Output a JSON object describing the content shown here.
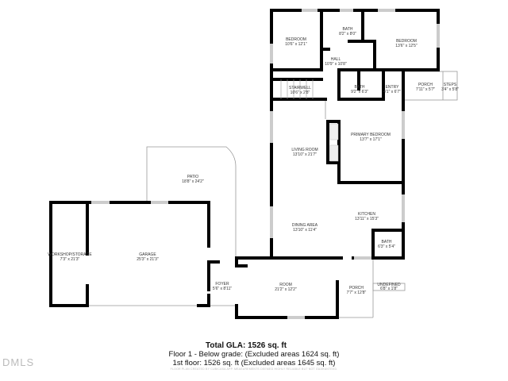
{
  "rooms": {
    "bedroom_left": {
      "name": "BEDROOM",
      "dims": "10'6\" x 12'1\""
    },
    "bath_upper": {
      "name": "BATH",
      "dims": "8'2\" x 8'0\""
    },
    "bedroom_right": {
      "name": "BEDROOM",
      "dims": "13'6\" x 12'5\""
    },
    "hall": {
      "name": "HALL",
      "dims": "10'9\" x 10'8\""
    },
    "stairwell": {
      "name": "STAIRWELL",
      "dims": "10'6\" x 2'8\""
    },
    "bath_mid": {
      "name": "BATH",
      "dims": "9'2\" x 6'3\""
    },
    "entry": {
      "name": "ENTRY",
      "dims": "4'1\" x 6'7\""
    },
    "porch_upper": {
      "name": "PORCH",
      "dims": "7'11\" x 5'7\""
    },
    "steps": {
      "name": "STEPS",
      "dims": "3'4\" x 5'8\""
    },
    "living_room": {
      "name": "LIVING ROOM",
      "dims": "13'10\" x 21'7\""
    },
    "primary_bedroom": {
      "name": "PRIMARY BEDROOM",
      "dims": "13'7\" x 17'1\""
    },
    "kitchen": {
      "name": "KITCHEN",
      "dims": "13'11\" x 15'3\""
    },
    "dining_area": {
      "name": "DINING AREA",
      "dims": "13'10\" x 11'4\""
    },
    "bath_lower": {
      "name": "BATH",
      "dims": "6'3\" x 5'4\""
    },
    "patio": {
      "name": "PATIO",
      "dims": "18'8\" x 24'2\""
    },
    "workshop": {
      "name": "WORKSHOP/STORAGE",
      "dims": "7'3\" x 21'3\""
    },
    "garage": {
      "name": "GARAGE",
      "dims": "25'3\" x 21'3\""
    },
    "foyer": {
      "name": "FOYER",
      "dims": "5'6\" x 8'11\""
    },
    "room": {
      "name": "ROOM",
      "dims": "21'2\" x 12'2\""
    },
    "porch_lower": {
      "name": "PORCH",
      "dims": "7'7\" x 12'8\""
    },
    "undefined": {
      "name": "UNDEFINED",
      "dims": "6'8\" x 1'8\""
    }
  },
  "summary": {
    "total": "Total GLA: 1526 sq. ft",
    "floor1": "Floor 1 - Below grade: (Excluded areas 1624 sq. ft)",
    "floor2": "1st floor: 1526 sq. ft (Excluded areas 1645 sq. ft)",
    "disclaimer": "FLOOR PLAN CREATED BY CUBICASA APP. MEASUREMENTS DEEMED HIGHLY RELIABLE BUT NOT GUARANTEED."
  },
  "watermark": "DMLS"
}
